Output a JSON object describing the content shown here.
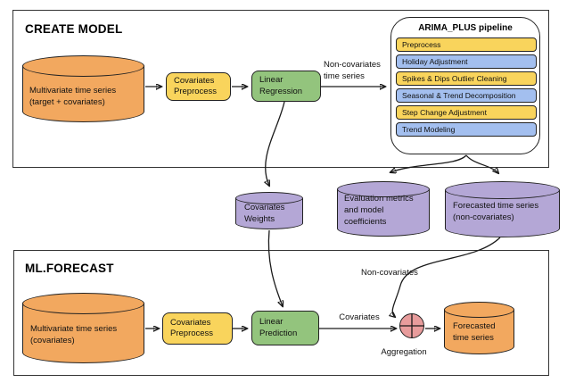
{
  "create_model": {
    "title": "CREATE MODEL",
    "source_cylinder": "Multivariate time series\n(target + covariates)",
    "covariates_preprocess": "Covariates\nPreprocess",
    "linear_regression": "Linear\nRegression",
    "noncov_arrow_label": "Non-covariates\ntime series"
  },
  "pipeline": {
    "title": "ARIMA_PLUS pipeline",
    "steps": [
      {
        "label": "Preprocess",
        "color": "yellow"
      },
      {
        "label": "Holiday Adjustment",
        "color": "blue"
      },
      {
        "label": "Spikes & Dips Outlier Cleaning",
        "color": "yellow"
      },
      {
        "label": "Seasonal & Trend Decomposition",
        "color": "blue"
      },
      {
        "label": "Step Change Adjustment",
        "color": "yellow"
      },
      {
        "label": "Trend Modeling",
        "color": "blue"
      }
    ]
  },
  "artifacts": {
    "covariates_weights": "Covariates\nWeights",
    "evaluation_metrics": "Evaluation metrics\nand model\ncoefficients",
    "forecast_noncov": "Forecasted time series\n(non-covariates)"
  },
  "ml_forecast": {
    "title": "ML.FORECAST",
    "source_cylinder": "Multivariate time series\n(covariates)",
    "covariates_preprocess": "Covariates\nPreprocess",
    "linear_prediction": "Linear\nPrediction",
    "covariates_label": "Covariates",
    "noncovariates_label": "Non-covariates",
    "aggregation_label": "Aggregation",
    "output_cylinder": "Forecasted\ntime series"
  },
  "colors": {
    "orange": "#F2A85F",
    "yellow": "#F9D45C",
    "green": "#93C47D",
    "purple": "#B4A7D6",
    "blue": "#A3BFEF",
    "red_circle": "#E89C9C",
    "stroke": "#1a1a1a"
  }
}
